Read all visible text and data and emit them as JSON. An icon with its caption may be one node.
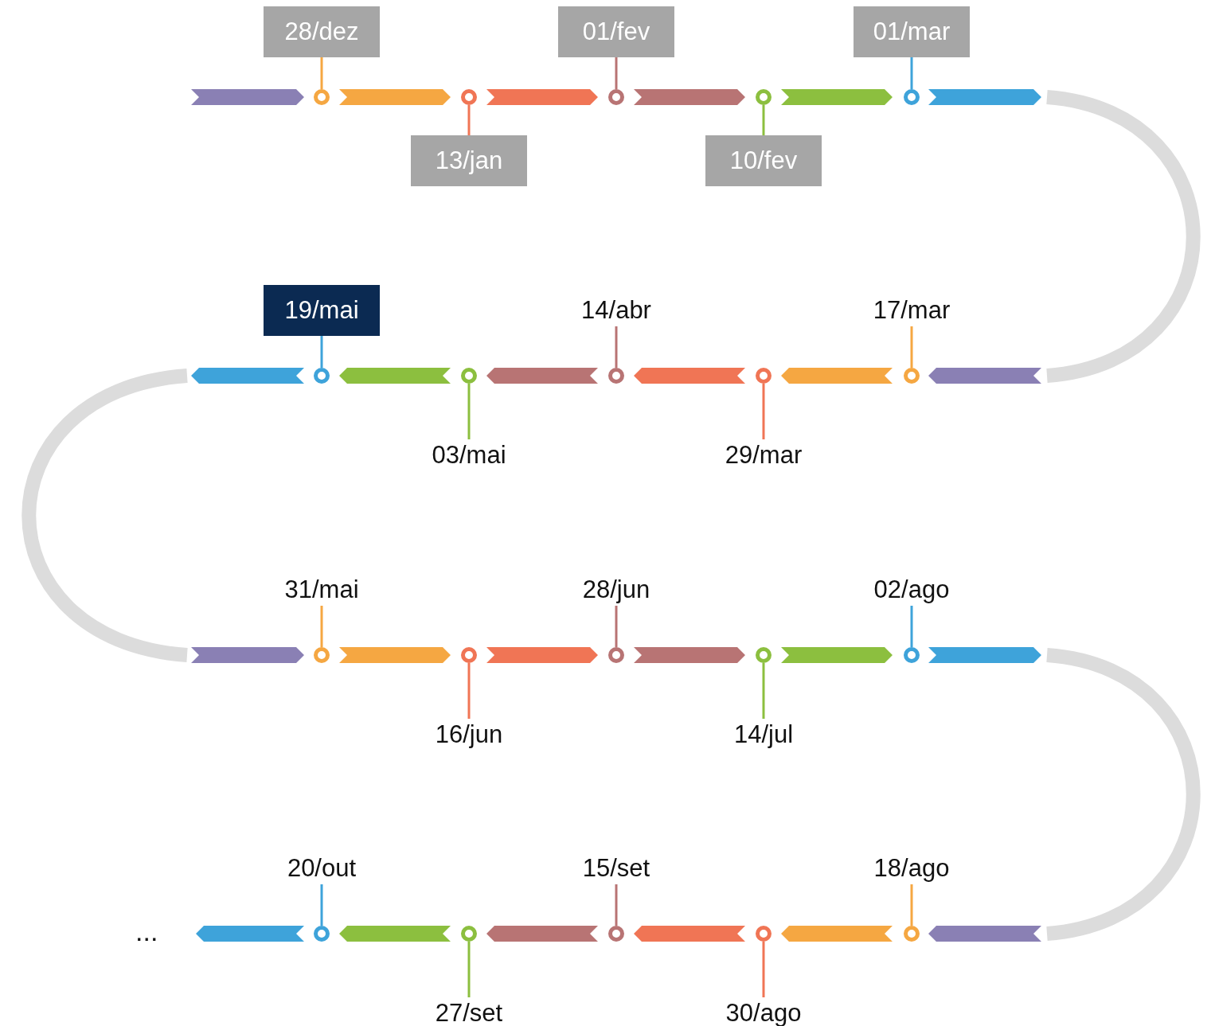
{
  "diagram": {
    "nodes": [
      {
        "text": [
          "28/dez"
        ]
      },
      {
        "text": [],
        "shape": "circle"
      },
      {
        "text": [
          "13/jan"
        ]
      },
      {
        "text": [],
        "shape": "circle"
      },
      {
        "text": [
          "01/fev"
        ]
      },
      {
        "text": [],
        "shape": "circle"
      },
      {
        "text": [
          "10/fev"
        ]
      },
      {
        "text": [],
        "shape": "circle"
      },
      {
        "text": [
          "01/mar"
        ]
      },
      {
        "text": [],
        "shape": "circle"
      },
      {
        "text": [
          "17/mar"
        ]
      },
      {
        "text": [],
        "shape": "circle"
      },
      {
        "text": [
          "29/mar"
        ]
      },
      {
        "text": [],
        "shape": "circle"
      },
      {
        "text": [
          "14/abr"
        ]
      },
      {
        "text": [],
        "shape": "circle"
      },
      {
        "text": [
          "03/mai"
        ]
      },
      {
        "text": [],
        "shape": "circle"
      },
      {
        "text": [
          "19/mai"
        ]
      },
      {
        "text": [],
        "shape": "circle"
      },
      {
        "text": [
          "31/mai"
        ]
      },
      {
        "text": [],
        "shape": "circle"
      },
      {
        "text": [
          "16/jun"
        ]
      },
      {
        "text": [],
        "shape": "circle"
      },
      {
        "text": [
          "28/jun"
        ]
      },
      {
        "text": [],
        "shape": "circle"
      },
      {
        "text": [
          "14/jul"
        ]
      },
      {
        "text": [],
        "shape": "circle"
      },
      {
        "text": [
          "02/ago"
        ]
      },
      {
        "text": [],
        "shape": "circle"
      },
      {
        "text": [
          "18/ago"
        ]
      },
      {
        "text": [],
        "shape": "circle"
      },
      {
        "text": [
          "30/ago"
        ]
      },
      {
        "text": [],
        "shape": "circle"
      },
      {
        "text": [
          "15/set"
        ]
      },
      {
        "text": [],
        "shape": "circle"
      },
      {
        "text": [
          "27/set"
        ]
      },
      {
        "text": [],
        "shape": "circle"
      },
      {
        "text": [
          "20/out"
        ]
      },
      {
        "text": [],
        "shape": "circle"
      }
    ],
    "edges": [
      {
        "from": 0,
        "to": 1,
        "arrow": "none",
        "color": "#f5a742"
      },
      {
        "from": 2,
        "to": 3,
        "arrow": "none",
        "color": "#f07555"
      },
      {
        "from": 4,
        "to": 5,
        "arrow": "none",
        "color": "#b87474"
      },
      {
        "from": 6,
        "to": 7,
        "arrow": "none",
        "color": "#8cbf3f"
      },
      {
        "from": 8,
        "to": 9,
        "arrow": "none",
        "color": "#3ea3da"
      },
      {
        "from": 10,
        "to": 11,
        "arrow": "none",
        "color": "#f5a742"
      },
      {
        "from": 12,
        "to": 13,
        "arrow": "none",
        "color": "#f07555"
      },
      {
        "from": 14,
        "to": 15,
        "arrow": "none",
        "color": "#b87474"
      },
      {
        "from": 16,
        "to": 17,
        "arrow": "none",
        "color": "#8cbf3f"
      },
      {
        "from": 18,
        "to": 19,
        "arrow": "none",
        "color": "#3ea3da"
      },
      {
        "from": 20,
        "to": 21,
        "arrow": "none",
        "color": "#f5a742"
      },
      {
        "from": 22,
        "to": 23,
        "arrow": "none",
        "color": "#f07555"
      },
      {
        "from": 24,
        "to": 25,
        "arrow": "none",
        "color": "#b87474"
      },
      {
        "from": 26,
        "to": 27,
        "arrow": "none",
        "color": "#8cbf3f"
      },
      {
        "from": 28,
        "to": 29,
        "arrow": "none",
        "color": "#3ea3da"
      },
      {
        "from": 30,
        "to": 31,
        "arrow": "none",
        "color": "#f5a742"
      },
      {
        "from": 32,
        "to": 33,
        "arrow": "none",
        "color": "#f07555"
      },
      {
        "from": 34,
        "to": 35,
        "arrow": "none",
        "color": "#b87474"
      },
      {
        "from": 36,
        "to": 37,
        "arrow": "none",
        "color": "#8cbf3f"
      },
      {
        "from": 38,
        "to": 39,
        "arrow": "none",
        "color": "#3ea3da"
      }
    ],
    "labels": [
      "..."
    ]
  }
}
